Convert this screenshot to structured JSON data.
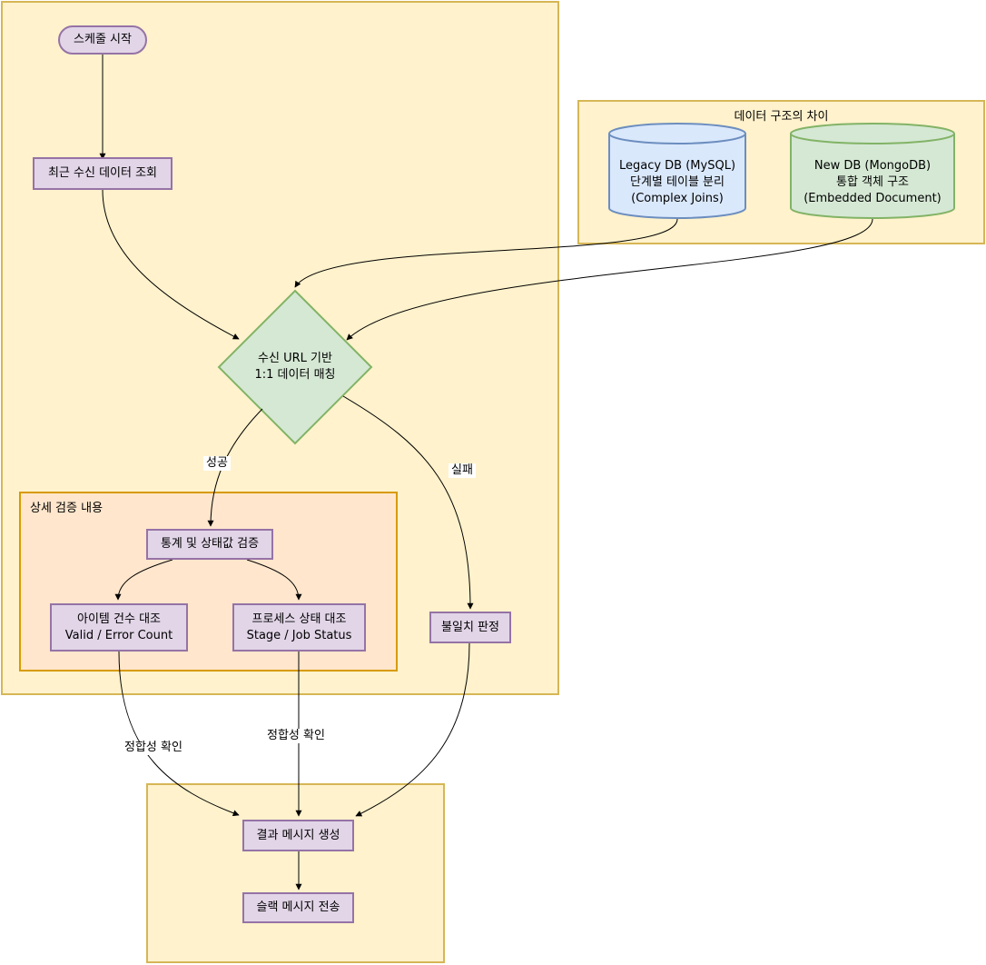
{
  "groups": {
    "main": "",
    "db_diff": "데이터 구조의 차이",
    "detail": "상세 검증 내용",
    "result": ""
  },
  "nodes": {
    "start": "스케줄 시작",
    "fetch": "최근 수신 데이터 조회",
    "match": [
      "수신 URL 기반",
      "1:1 데이터 매칭"
    ],
    "stats": "통계 및 상태값 검증",
    "item_count": [
      "아이템 건수 대조",
      "Valid / Error Count"
    ],
    "process_status": [
      "프로세스 상태 대조",
      "Stage / Job Status"
    ],
    "mismatch": "불일치 판정",
    "create_msg": "결과 메시지 생성",
    "send_msg": "슬랙 메시지 전송",
    "legacy_db": [
      "Legacy DB (MySQL)",
      "단계별 테이블 분리",
      "(Complex Joins)"
    ],
    "new_db": [
      "New DB (MongoDB)",
      "통합 객체 구조",
      "(Embedded Document)"
    ]
  },
  "edge_labels": {
    "success": "성공",
    "fail": "실패",
    "consistency_1": "정합성 확인",
    "consistency_2": "정합성 확인"
  },
  "colors": {
    "group_fill": "#fff2cc",
    "group_stroke": "#d6b656",
    "detail_fill": "#ffe6cc",
    "detail_stroke": "#d79b00",
    "process_fill": "#e1d5e7",
    "process_stroke": "#9673a6",
    "decision_fill": "#d5e8d4",
    "decision_stroke": "#82b366",
    "legacy_fill": "#dae8fc",
    "legacy_stroke": "#6c8ebf",
    "new_fill": "#d5e8d4",
    "new_stroke": "#82b366"
  }
}
